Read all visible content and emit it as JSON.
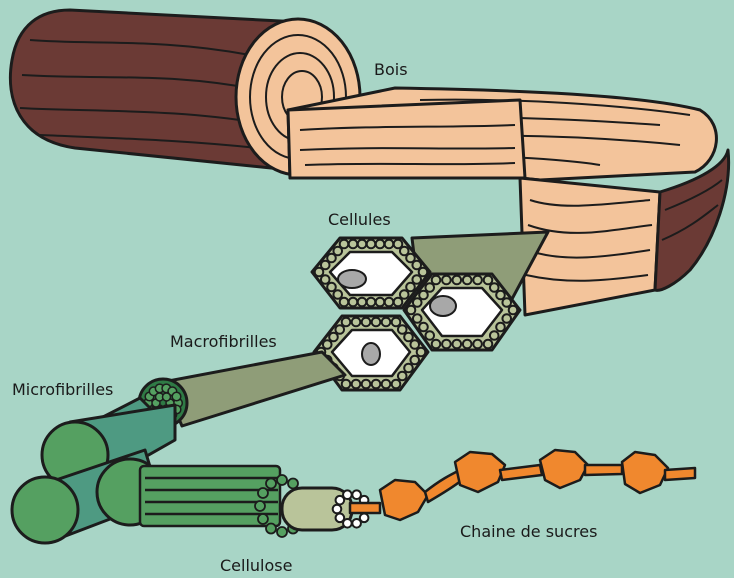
{
  "labels": {
    "wood": "Bois",
    "cells": "Cellules",
    "macrofibrils": "Macrofibrilles",
    "microfibrils": "Microfibrilles",
    "sugar_chain": "Chaine de sucres",
    "cellulose": "Cellulose"
  },
  "colors": {
    "background": "#a8d5c6",
    "bark": "#6b3a35",
    "wood_light": "#f3c49b",
    "cell_green": "#b9c49a",
    "cone_green": "#8f9d78",
    "fibril_green": "#55a061",
    "fibril_dark": "#2f7a45",
    "cone_teal": "#4e9a82",
    "sugar_orange": "#f0882e"
  }
}
